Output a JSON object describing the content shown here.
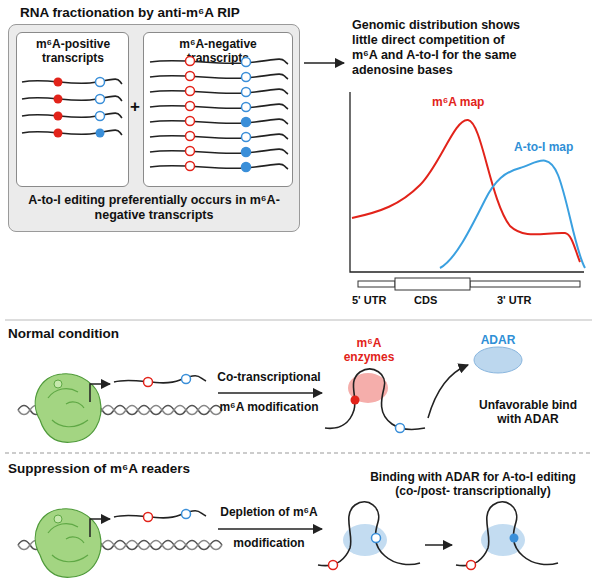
{
  "diagram": {
    "nodes": [
      {
        "text": [
          "A-to-I editing preferentially occurs in m⁶A-negative transcripts"
        ]
      },
      {
        "text": [
          "m⁶A-positive transcripts"
        ],
        "in": 0
      },
      {
        "text": [
          "m⁶A-negative transcripts"
        ],
        "in": 0
      }
    ],
    "labels": [
      "RNA fractionation by anti-m⁶A RIP",
      "+",
      "Genomic distribution shows little direct competition of m⁶A and A-to-I for the same adenosine bases",
      "m⁶A map",
      "A-to-I map",
      "5' UTR",
      "CDS",
      "3' UTR",
      "Normal condition",
      "Co-transcriptional",
      "m⁶A modification",
      "m⁶A enzymes",
      "ADAR",
      "Unfavorable bind with ADAR",
      "Suppression of m⁶A readers",
      "Depletion of m⁶A",
      "modification",
      "Binding with ADAR for A-to-I editing (co-/post- transcriptionally)"
    ]
  }
}
